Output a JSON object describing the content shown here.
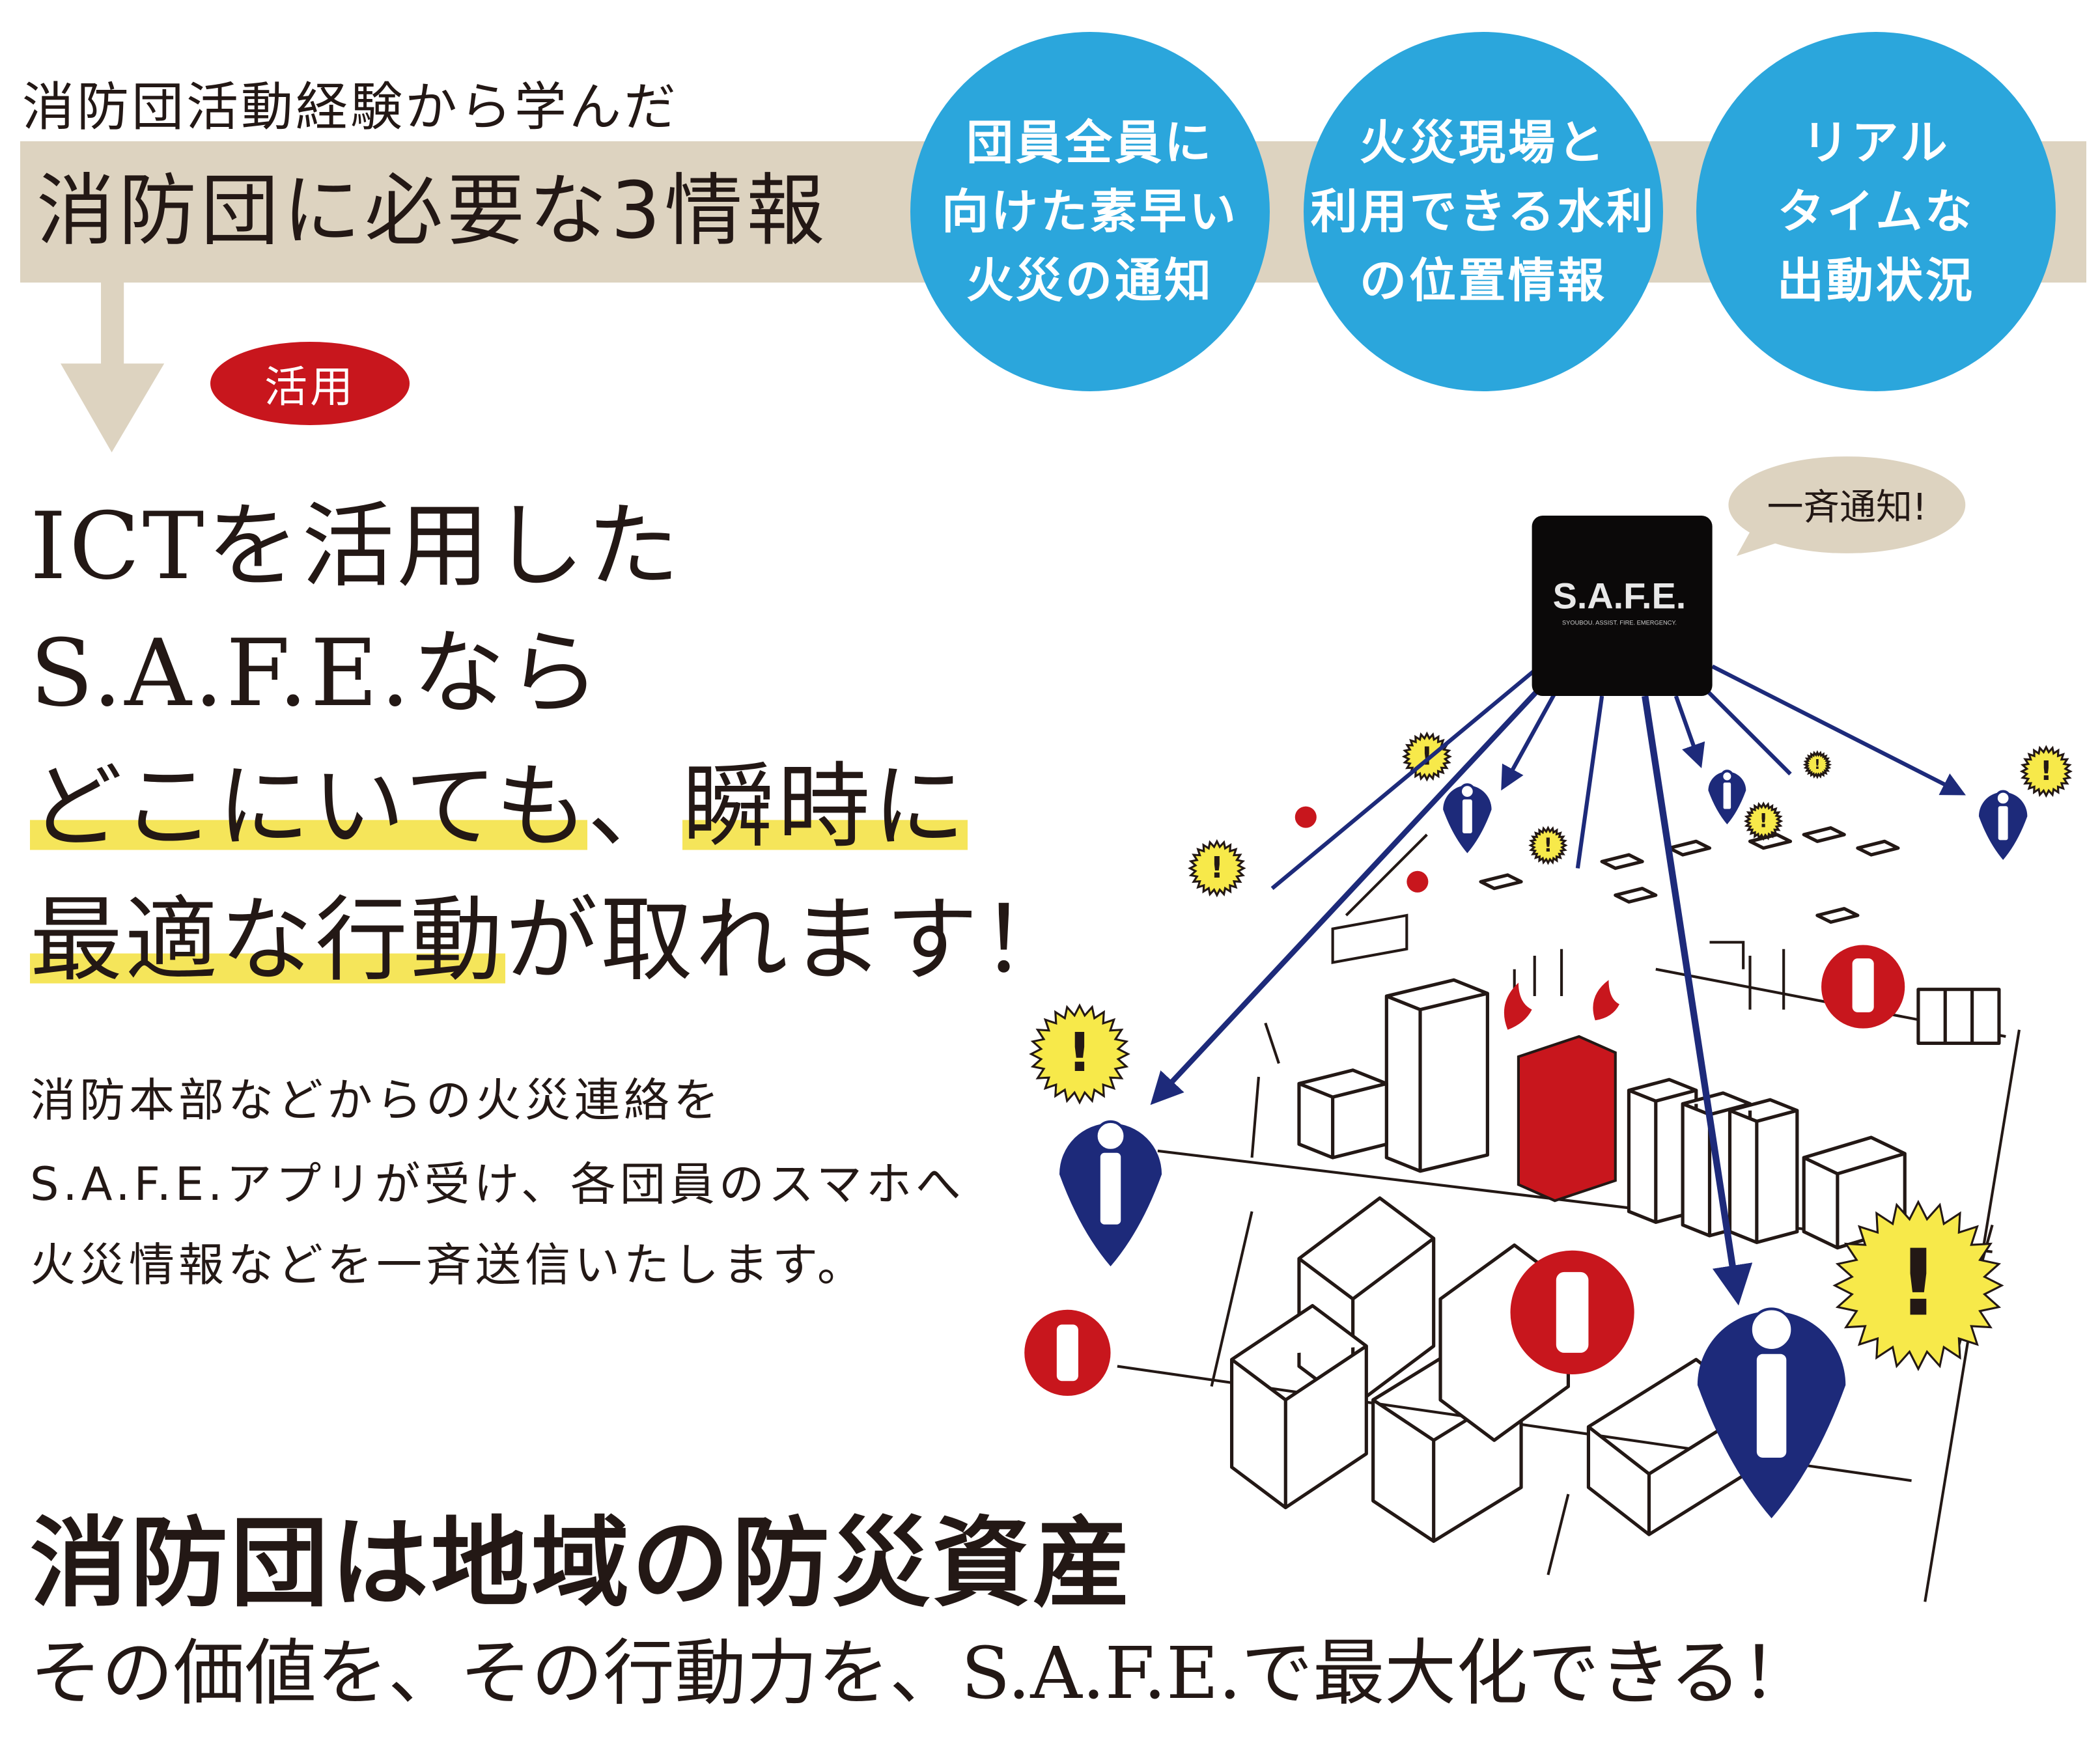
{
  "header": {
    "subtitle": "消防団活動経験から学んだ",
    "title": "消防団に必要な3情報",
    "circles": [
      {
        "lines": [
          "団員全員に",
          "向けた素早い",
          "火災の通知"
        ]
      },
      {
        "lines": [
          "火災現場と",
          "利用できる水利",
          "の位置情報"
        ]
      },
      {
        "lines": [
          "リアル",
          "タイムな",
          "出動状況"
        ]
      }
    ]
  },
  "badge": "活用",
  "headline": {
    "line1": "ICTを活用した",
    "line2": "S.A.F.E.なら",
    "line3a": "どこにいても",
    "line3b": "、",
    "line3c": "瞬時に",
    "line4a": "最適な行動",
    "line4b": "が取れます！"
  },
  "body": [
    "消防本部などからの火災連絡を",
    "S.A.F.E.アプリが受け、各団員のスマホへ",
    "火災情報などを一斉送信いたします。"
  ],
  "illustration": {
    "logo": "S.A.F.E.",
    "logo_tagline": "SYOUBOU. ASSIST. FIRE. EMERGENCY.",
    "bubble": "一斉通知!",
    "icons": [
      "member-pin-icon",
      "hydrant-icon",
      "alert-burst-icon",
      "fire-building-icon"
    ]
  },
  "footer": {
    "tagline": "消防団は地域の防災資産",
    "closing": "その価値を、その行動力を、S.A.F.E.で最大化できる！"
  },
  "colors": {
    "band": "#ddd3c0",
    "circle": "#2ba6dc",
    "badge": "#c8161d",
    "highlight": "#f5e55a",
    "pin": "#1d2a7a",
    "fire": "#c8161d",
    "alert": "#f7e94a"
  }
}
